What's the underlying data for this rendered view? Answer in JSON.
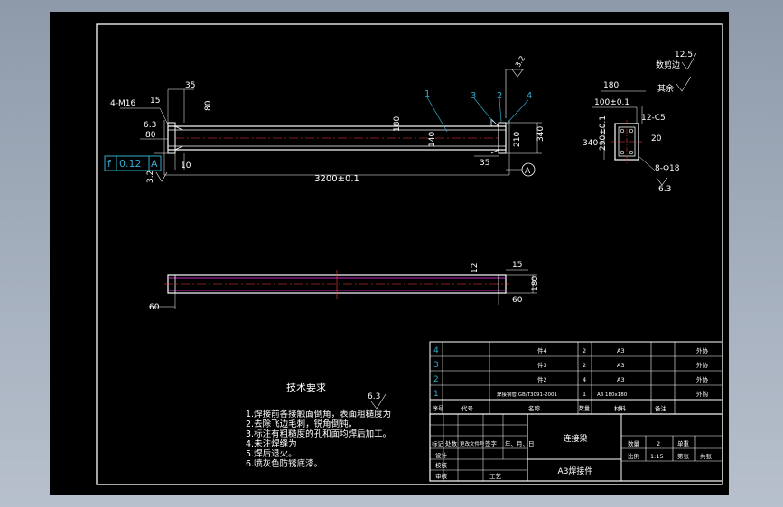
{
  "drawing": {
    "main_view": {
      "dims": {
        "d35_top": "35",
        "holes": "4-M16",
        "d15": "15",
        "d80_inner": "80",
        "d63_left": "6.3",
        "d80_left": "80",
        "d10": "10",
        "d35_bottom": "35",
        "length": "3200±0.1",
        "d180": "180",
        "d140": "140",
        "d340": "340",
        "d210": "210",
        "d3_2": "3.2",
        "roughness_right": "3.2"
      },
      "tolerance": {
        "symbol": "f",
        "value": "0.12",
        "datum": "A"
      },
      "datum_label": "A",
      "balloons": [
        "1",
        "3",
        "2",
        "4"
      ]
    },
    "side_view": {
      "dims": {
        "d180": "180",
        "d100": "100±0.1",
        "c5": "12-C5",
        "d340": "340",
        "d290": "290±0.1",
        "d20": "20",
        "holes": "8-Φ18",
        "d63": "6.3"
      },
      "roughness": {
        "cut_value": "12.5",
        "cut_label": "数剪边",
        "rest_label": "其余"
      }
    },
    "bottom_view": {
      "dims": {
        "d15": "15",
        "d12": "12",
        "d180": "180",
        "d60_right": "60",
        "d60_left": "60"
      }
    },
    "tech_requirements": {
      "title": "技术要求",
      "roughness": "6.3",
      "items": [
        "1.焊接前各接触面倒角，表面粗糙度为",
        "2.去除飞边毛刺，锐角倒钝。",
        "3.标注有粗糙度的孔和面均焊后加工。",
        "4.未注焊缝为",
        "5.焊后退火。",
        "6.喷灰色防锈底漆。"
      ]
    },
    "parts_list": {
      "rows": [
        {
          "no": "4",
          "name": "件4",
          "qty": "2",
          "material": "A3",
          "note": "外协"
        },
        {
          "no": "3",
          "name": "件3",
          "qty": "2",
          "material": "A3",
          "note": "外协"
        },
        {
          "no": "2",
          "name": "件2",
          "qty": "4",
          "material": "A3",
          "note": "外协"
        },
        {
          "no": "1",
          "name": "焊接钢管 GB/T3091-2001",
          "qty": "1",
          "material": "A3 180x180",
          "note": "外购"
        }
      ],
      "header": {
        "no": "序号",
        "code": "代号",
        "name": "名称",
        "qty": "数量",
        "material": "材料",
        "note": "备注"
      }
    },
    "title_block": {
      "drawing_name": "连接梁",
      "material": "A3焊接件",
      "labels": {
        "mark": "标记",
        "count": "处数",
        "doc": "更改文件号",
        "sign": "签字",
        "date": "年、月、日",
        "design": "设计",
        "check": "校核",
        "review": "审核",
        "process": "工艺",
        "qty": "数量",
        "qty_val": "2",
        "weight": "单重",
        "scale": "比例",
        "scale_val": "1:15",
        "sheet": "第张",
        "total": "共张"
      }
    }
  }
}
